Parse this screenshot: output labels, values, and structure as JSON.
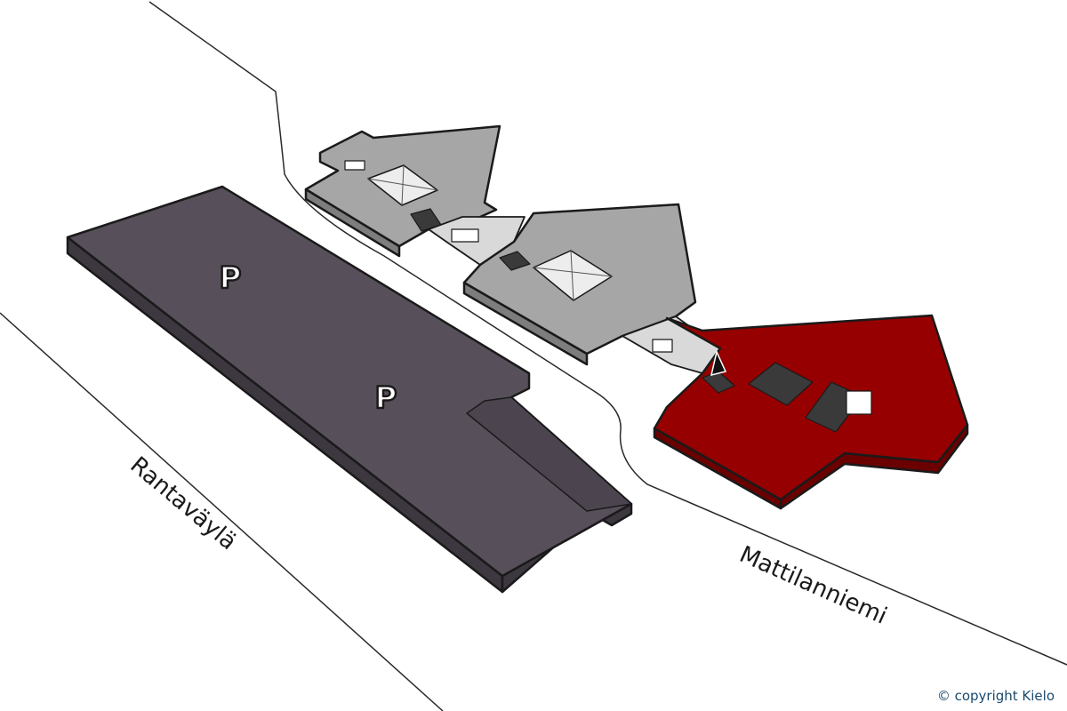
{
  "map": {
    "streets": [
      {
        "id": "rantavayla",
        "name": "Rantaväylä"
      },
      {
        "id": "mattilanniemi",
        "name": "Mattilanniemi"
      }
    ],
    "parking": [
      {
        "id": "p1",
        "label": "P"
      },
      {
        "id": "p2",
        "label": "P"
      }
    ],
    "colors": {
      "parking": "#57505a",
      "parking_side": "#3d373f",
      "building_gray": "#a6a6a6",
      "building_gray_side": "#7d7d7d",
      "building_highlight": "#960000",
      "building_highlight_side": "#6a0000",
      "outline": "#1a1a1a",
      "road_line": "#2a2a2a",
      "copyright_text": "#1a4a6e"
    },
    "icons": {
      "entrance": "entrance-arrow-icon",
      "skylight": "skylight-icon",
      "stairs": "stairs-icon"
    }
  },
  "footer": {
    "copyright": "© copyright Kielo"
  }
}
